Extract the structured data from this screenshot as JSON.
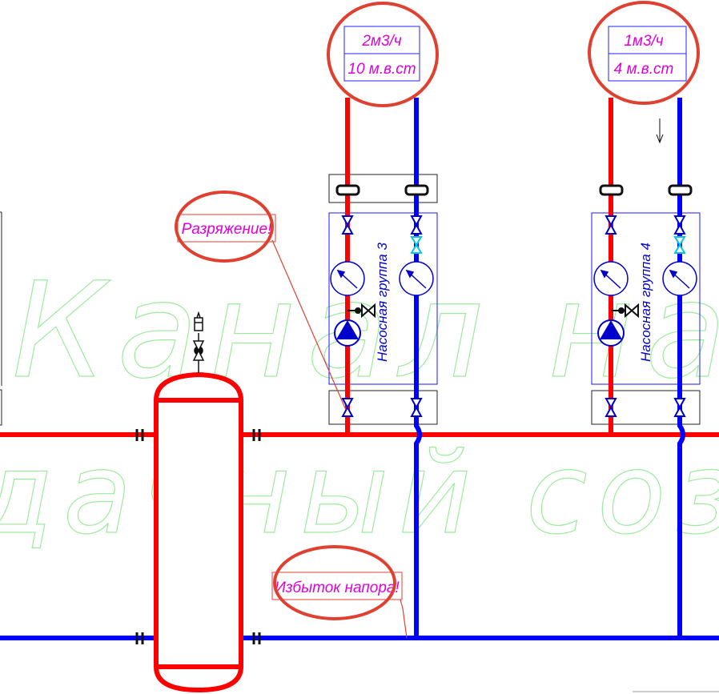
{
  "watermark": {
    "line1": "Канал на",
    "line2": "дачный созо"
  },
  "group3": {
    "flow": "2м3/ч",
    "head": "10 м.в.ст",
    "title": "Насосная группа 3"
  },
  "group4": {
    "flow": "1м3/ч",
    "head": "4 м.в.ст",
    "title": "Насосная группа 4"
  },
  "notes": {
    "vacuum": "Разряжение!",
    "overpressure": "Избыток напора!"
  },
  "colors": {
    "supply": "#ff0000",
    "return": "#0000ff",
    "annotation": "#e04030",
    "label": "#dd00dd",
    "watermark": "#9bea9b",
    "equipment_outline": "#1a1aff"
  }
}
